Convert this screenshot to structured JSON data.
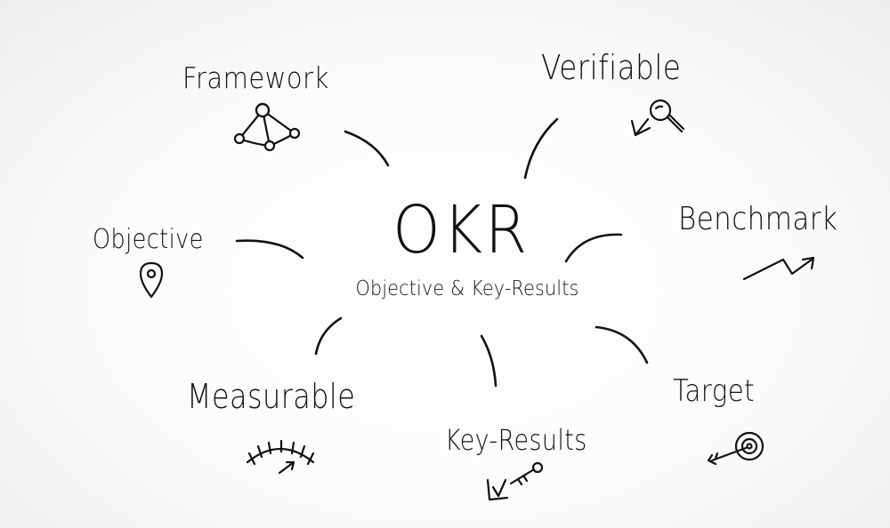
{
  "center": {
    "title": "OKR",
    "subtitle": "Objective & Key-Results"
  },
  "nodes": {
    "framework": "Framework",
    "verifiable": "Verifiable",
    "objective": "Objective",
    "benchmark": "Benchmark",
    "measurable": "Measurable",
    "key_results": "Key-Results",
    "target": "Target"
  },
  "icons": {
    "framework": "network-icon",
    "verifiable": "magnifier-check-icon",
    "objective": "location-pin-icon",
    "benchmark": "trend-arrow-icon",
    "measurable": "gauge-icon",
    "key_results": "key-check-icon",
    "target": "target-dart-icon"
  },
  "colors": {
    "ink": "#111111",
    "background": "#fbfbfa"
  }
}
